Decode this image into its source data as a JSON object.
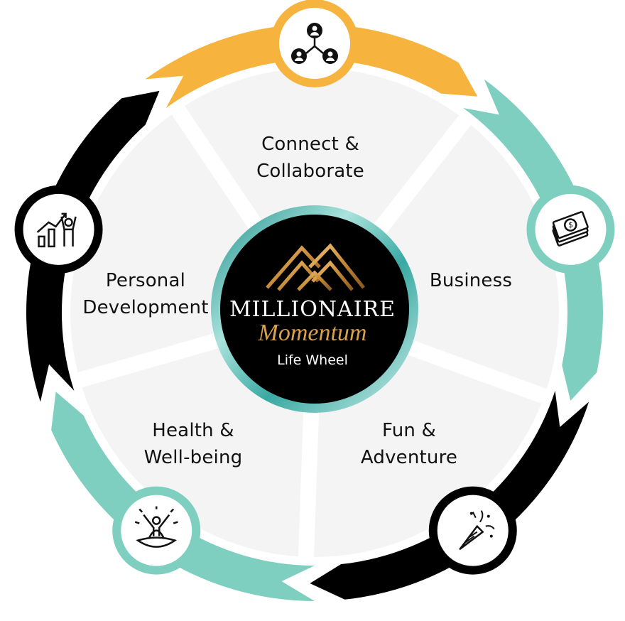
{
  "colors": {
    "orange": "#F6B33E",
    "teal": "#7ECFBF",
    "black": "#000000",
    "disc": "#F4F4F4",
    "gold": "#D49A45"
  },
  "center": {
    "brand_line1": "MILLIONAIRE",
    "brand_line2": "Momentum",
    "subtitle": "Life Wheel"
  },
  "segments": [
    {
      "label_line1": "Connect &",
      "label_line2": "Collaborate",
      "icon": "network-people-icon",
      "color": "orange"
    },
    {
      "label_line1": "Business",
      "label_line2": "",
      "icon": "money-icon",
      "color": "teal"
    },
    {
      "label_line1": "Fun &",
      "label_line2": "Adventure",
      "icon": "party-popper-icon",
      "color": "black"
    },
    {
      "label_line1": "Health &",
      "label_line2": "Well-being",
      "icon": "lotus-person-icon",
      "color": "teal"
    },
    {
      "label_line1": "Personal",
      "label_line2": "Development",
      "icon": "growth-chart-person-icon",
      "color": "black"
    }
  ]
}
